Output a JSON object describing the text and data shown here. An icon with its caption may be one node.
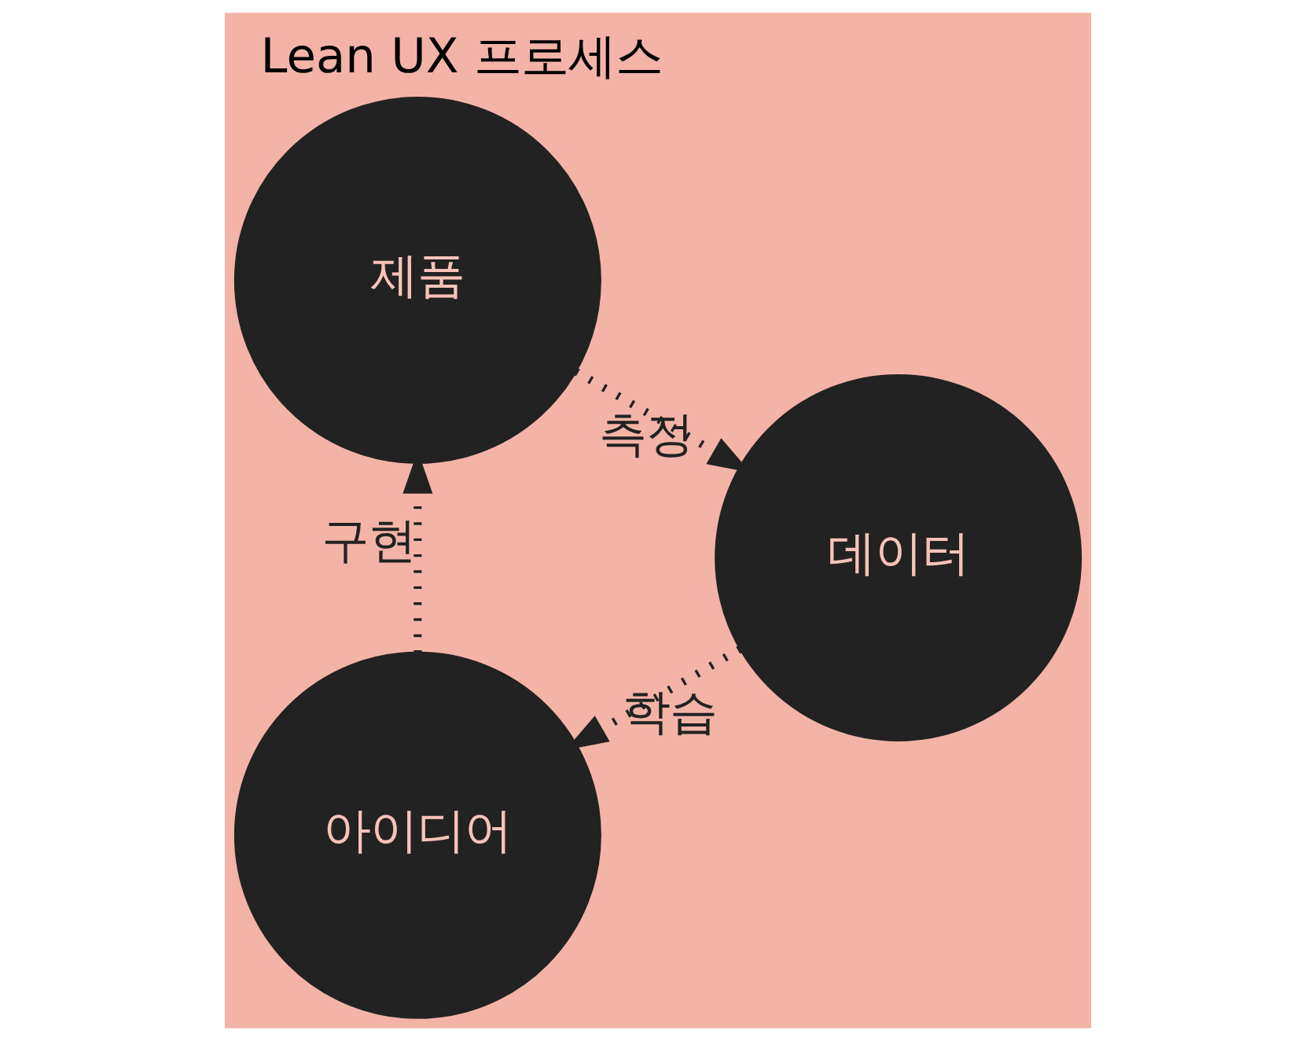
{
  "diagram": {
    "title": "Lean UX 프로세스",
    "nodes": [
      {
        "text": [
          "아이디어"
        ]
      },
      {
        "text": [
          "제품"
        ]
      },
      {
        "text": [
          "데이터"
        ]
      }
    ],
    "edges": [
      {
        "from": 0,
        "to": 1,
        "arrow": "to",
        "label": "구현",
        "style": "dashed"
      },
      {
        "from": 1,
        "to": 2,
        "arrow": "to",
        "label": "측정",
        "style": "dashed"
      },
      {
        "from": 2,
        "to": 0,
        "arrow": "to",
        "label": "학습",
        "style": "dashed"
      }
    ]
  }
}
